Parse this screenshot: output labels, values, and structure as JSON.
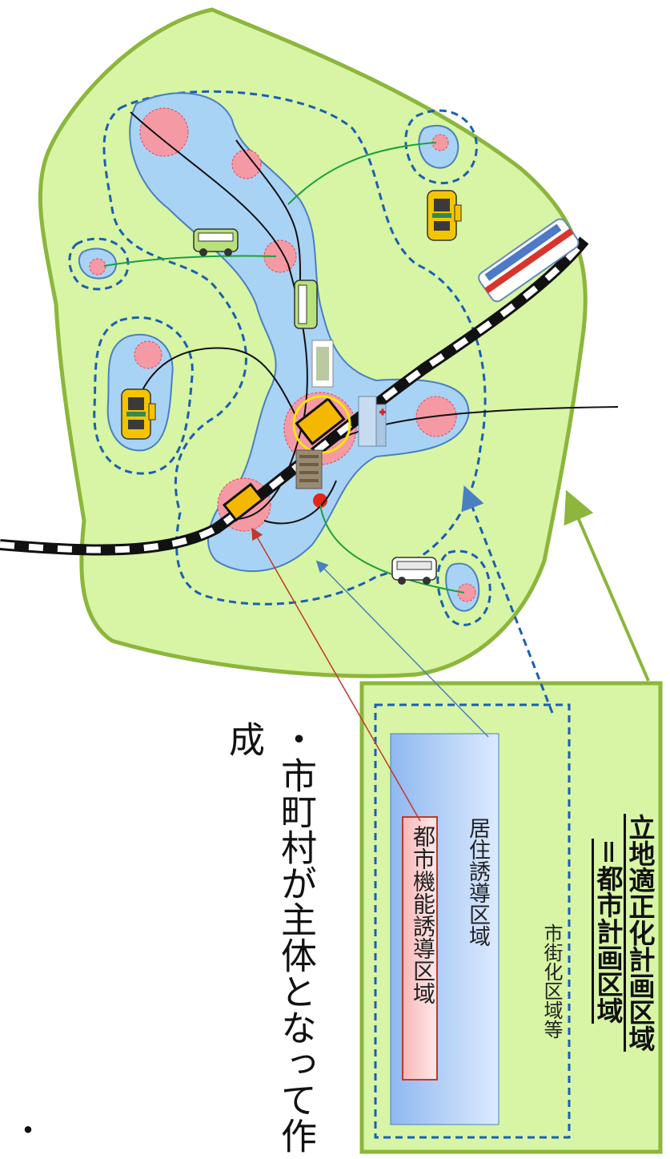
{
  "legend": {
    "title_line1": "立地適正化計画区域",
    "title_line2": "＝都市計画区域",
    "urbanization_area": "市街化区域等",
    "residential_area": "居住誘導区域",
    "urban_function_area": "都市機能誘導区域"
  },
  "caption": "・市町村が主体となって作成",
  "edge_fragment": "・",
  "colors": {
    "planning_area": "#d7f5a4",
    "planning_border": "#8cb63c",
    "residential": "#a9d3f5",
    "urban_core": "#f59aa5",
    "urban_dot": "#e8454f",
    "dashed_border": "#1a5fb4",
    "rail_dark": "#111111",
    "bus_route": "#1e9e3e",
    "arrow_red": "#c0392b",
    "arrow_blue": "#4a7fc1",
    "station": "#f5b800"
  },
  "icons": [
    "taxi-icon",
    "bus-icon",
    "train-icon",
    "hospital-icon",
    "building-icon",
    "station-icon"
  ]
}
